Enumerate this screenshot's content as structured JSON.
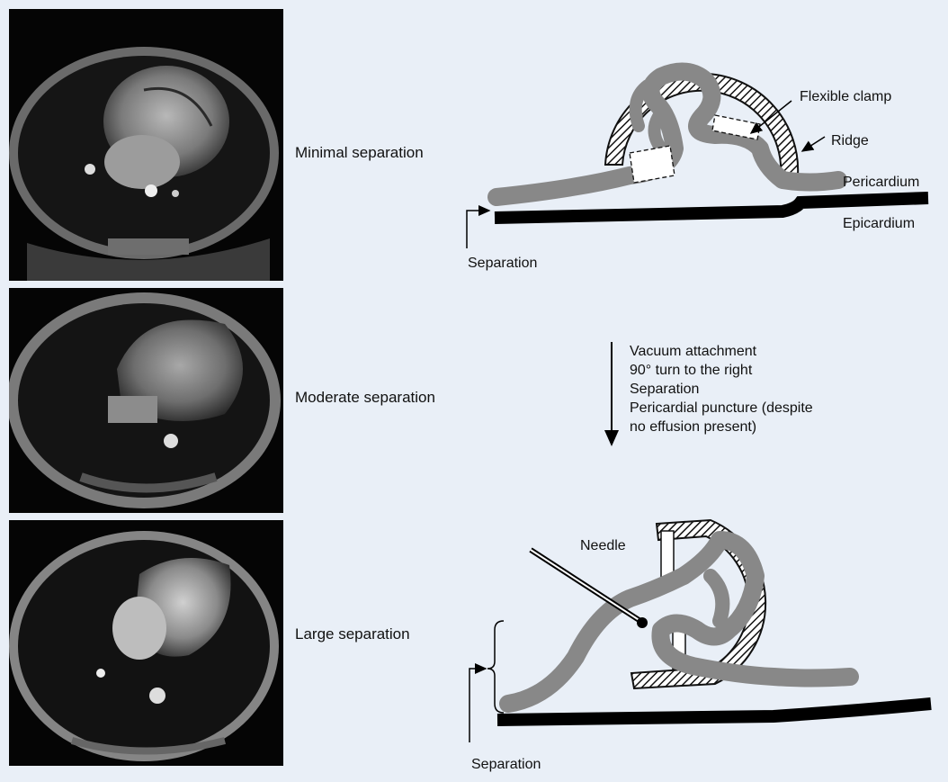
{
  "mri_panels": [
    {
      "label": "Minimal separation"
    },
    {
      "label": "Moderate separation"
    },
    {
      "label": "Large separation"
    }
  ],
  "diagram_top": {
    "flexible_clamp": "Flexible clamp",
    "ridge": "Ridge",
    "pericardium": "Pericardium",
    "epicardium": "Epicardium",
    "separation": "Separation"
  },
  "steps": [
    "Vacuum attachment",
    "90° turn to the right",
    "Separation",
    "Pericardial puncture (despite",
    "no effusion present)"
  ],
  "diagram_bottom": {
    "needle": "Needle",
    "separation": "Separation"
  },
  "colors": {
    "background": "#e9eff7",
    "tissue_gray": "#8a8a8a",
    "epicardium_black": "#000000"
  }
}
